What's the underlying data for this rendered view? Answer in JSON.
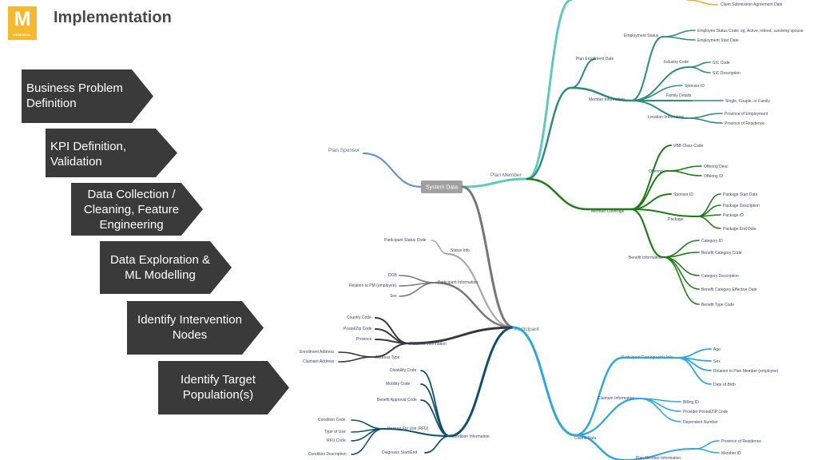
{
  "header": {
    "logo_letter": "M",
    "logo_subtext": "MEMORIAL",
    "title": "Implementation"
  },
  "colors": {
    "step_fill": "#3a3a3a",
    "logo": "#f5b82e",
    "plan_sponsor": "#6b93d6",
    "plan_member": "#5fc8c2",
    "member_info": "#2e8a7e",
    "member_coverage": "#1f7a1a",
    "participant": "#2ea6dd",
    "address": "#383838",
    "condition": "#0f4f6e",
    "status_info": "#a8a8a8",
    "participant_info": "#777777",
    "orange": "#f0a531"
  },
  "steps": [
    {
      "lines": [
        "Business Problem",
        "Definition"
      ]
    },
    {
      "lines": [
        "KPI Definition,",
        "Validation"
      ]
    },
    {
      "lines": [
        "Data Collection /",
        "Cleaning, Feature",
        "Engineering"
      ]
    },
    {
      "lines": [
        "Data Exploration &",
        "ML Modelling"
      ]
    },
    {
      "lines": [
        "Identify Intervention",
        "Nodes"
      ]
    },
    {
      "lines": [
        "Identify Target",
        "Population(s)"
      ]
    }
  ],
  "mindmap": {
    "hub": "System Data",
    "plan_sponsor": "Plan Sponsor",
    "plan_member": "Plan Member",
    "participant": "Participant",
    "claim_submission": "Claim Submission Agreement Date",
    "plan_enrollment_date": "Plan Enrollment Date",
    "member_information": "Member Information",
    "employment_status": "Employment Status",
    "employee_status_code": "Employee Status Code; eg. Active, retired, surviving spouse",
    "employment_start_date": "Employment Start Date",
    "industry_code": "Industry Code",
    "sic_code": "SIC Code",
    "sic_description": "SIC Description",
    "sponsor_id_1": "Sponsor ID",
    "family_details": "Family Details",
    "single_couple": "Single, Couple, or Family",
    "location_information": "Location Information",
    "province_employment": "Province of Employment",
    "province_residence_1": "Province of Residence",
    "member_coverage": "Member Coverage",
    "vbb_class_code": "VBB Class Code",
    "offering": "Offering",
    "offering_desc": "Offering Desc",
    "offering_id": "Offering ID",
    "sponsor_id_2": "Sponsor ID",
    "package": "Package",
    "package_start_date": "Package Start Date",
    "package_description": "Package Description",
    "package_id": "Package ID",
    "package_end_date": "Package End Date",
    "benefit_information": "Benefit Information",
    "category_id": "Category ID",
    "benefit_category_code": "Benefit Category Code",
    "category_description": "Category Description",
    "benefit_category_effective_date": "Benefit Category Effective Date",
    "benefit_type_code": "Benefit Type Code",
    "participant_status_code": "Participant Status Code",
    "status_info": "Status Info",
    "participant_information": "Participant Information",
    "dob": "DOB",
    "relation_pm": "Relation to PM (employee)",
    "sex_1": "Sex",
    "country_code": "Country Code",
    "postal_zip_code": "Postal/Zip Code",
    "province": "Province",
    "address_information": "Address Information",
    "address_type": "Address Type",
    "enrollment_address": "Enrollment Address",
    "claimant_address": "Claimant Address",
    "disability_code": "Disability Code",
    "mobility_code": "Mobility Code",
    "benefit_approval_code": "Benefit Approval Code",
    "condition_code": "Condition Code",
    "reason_for_use": "Reason For Use (RFU)",
    "type_of_use": "Type of Use",
    "rfu_code": "RFU Code",
    "condition_information": "Condition Information",
    "condition_description": "Condition Description",
    "diagnosis_start_end": "Diagnosis Start/End",
    "participant_demographic_info": "Participant Demographic Info",
    "age": "Age",
    "sex_2": "Sex",
    "relation_plan_member": "Relation to Plan Member (employee)",
    "date_of_birth": "Date of Birth",
    "claimant_information": "Claimant Information",
    "billing_id": "Billing ID",
    "provider_postal": "Provider Postal/ZIP Code",
    "dependent_number": "Dependent Number",
    "claims_data": "Claims Data",
    "province_residence_2": "Province of Residence",
    "member_id": "Member ID",
    "plan_member_information": "Plan Member Information"
  }
}
